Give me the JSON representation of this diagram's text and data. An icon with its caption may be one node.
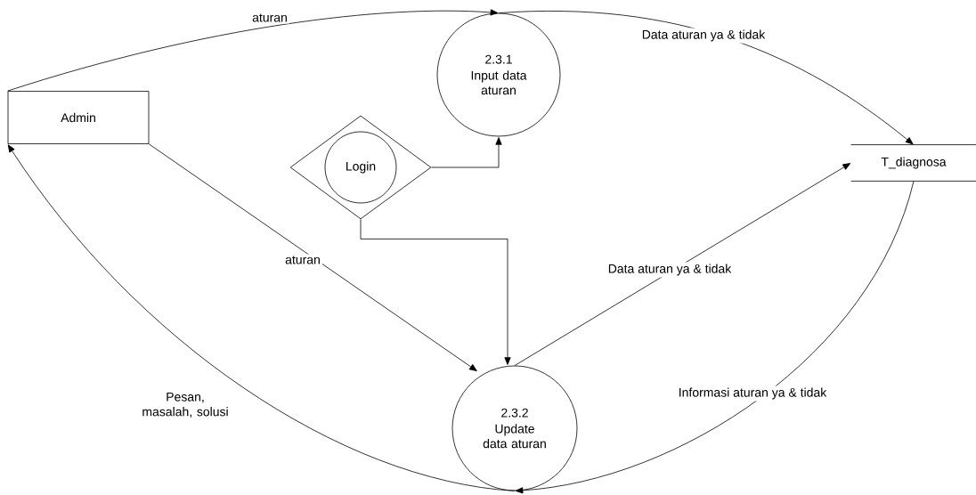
{
  "diagram": {
    "nodes": [
      {
        "text": [
          "Admin"
        ]
      },
      {
        "text": [
          "2.3.1",
          "Input data aturan"
        ]
      },
      {
        "text": [],
        "shape": "diamond"
      },
      {
        "text": [
          "Login"
        ],
        "in": 2
      },
      {
        "text": [
          "2.3.2",
          "Update data aturan"
        ]
      },
      {
        "text": [
          "T_diagnosa"
        ]
      }
    ],
    "edges": [
      {
        "from": 0,
        "to": 1,
        "arrow": "to",
        "label": "aturan"
      },
      {
        "from": 1,
        "to": 5,
        "arrow": "to",
        "label": "Data aturan ya & tidak"
      },
      {
        "from": 2,
        "to": 1,
        "arrow": "to"
      },
      {
        "from": 2,
        "to": 4,
        "arrow": "to"
      },
      {
        "from": 0,
        "to": 4,
        "arrow": "to",
        "label": "aturan"
      },
      {
        "from": 4,
        "to": 5,
        "arrow": "to",
        "label": "Data aturan ya & tidak"
      },
      {
        "from": 5,
        "to": 4,
        "arrow": "to",
        "label": "Informasi aturan ya & tidak"
      },
      {
        "from": 4,
        "to": 0,
        "arrow": "to",
        "label": "Pesan, masalah, solusi"
      }
    ]
  }
}
